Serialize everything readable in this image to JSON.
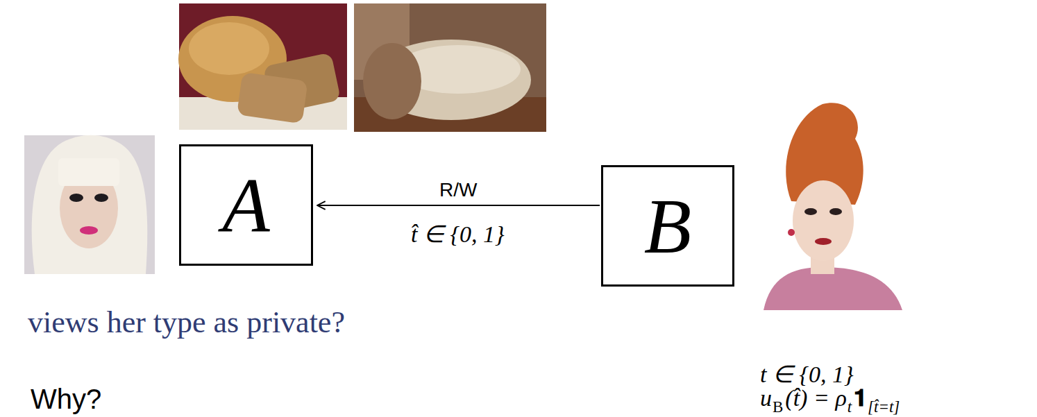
{
  "diagram": {
    "nodes": [
      {
        "text": [
          "A"
        ]
      },
      {
        "text": [
          "B"
        ]
      }
    ],
    "edges": [
      {
        "from": 1,
        "to": 0,
        "arrow": "to",
        "label": "R/W"
      }
    ],
    "labels": [
      "t̂ ∈ {0, 1}",
      "views her type as private?",
      "Why?",
      "t ∈ {0, 1}",
      "u",
      "B",
      "(t̂) = ρ",
      "t",
      "𝟏",
      "[t̂=t]"
    ]
  }
}
